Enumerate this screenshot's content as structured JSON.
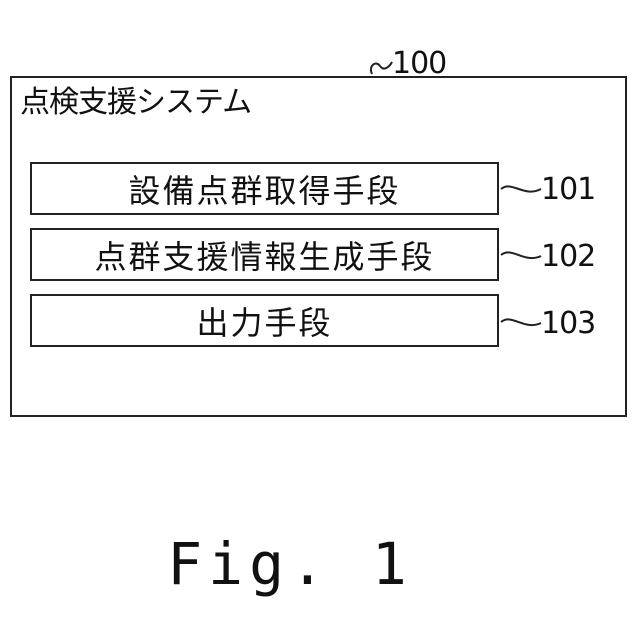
{
  "system": {
    "title": "点検支援システム",
    "ref": "100"
  },
  "units": [
    {
      "label": "設備点群取得手段",
      "ref": "101"
    },
    {
      "label": "点群支援情報生成手段",
      "ref": "102"
    },
    {
      "label": "出力手段",
      "ref": "103"
    }
  ],
  "figure": {
    "caption": "Fig. 1"
  }
}
